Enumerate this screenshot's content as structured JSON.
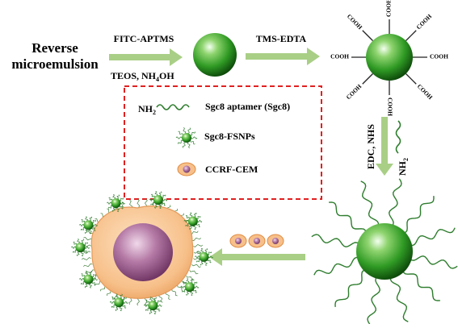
{
  "start": {
    "line1": "Reverse",
    "line2": "microemulsion"
  },
  "step1": {
    "top": "FITC-APTMS",
    "bottom_main": "TEOS, NH",
    "bottom_sub": "4",
    "bottom_tail": "OH"
  },
  "step2": {
    "top": "TMS-EDTA"
  },
  "cooh_label": "COOH",
  "step3": {
    "left": "EDC, NHS",
    "right_main": "NH",
    "right_sub": "2"
  },
  "legend": {
    "nh2_main": "NH",
    "nh2_sub": "2",
    "aptamer": "Sgc8 aptamer (Sgc8)",
    "fsnp": "Sgc8-FSNPs",
    "cell": "CCRF-CEM"
  },
  "colors": {
    "arrow": "#a9cf86",
    "nanoparticle": "#3a9a2c",
    "legend_border": "#e02020",
    "cell_outer": "#f7c08a",
    "cell_nucleus": "#a0628f"
  }
}
